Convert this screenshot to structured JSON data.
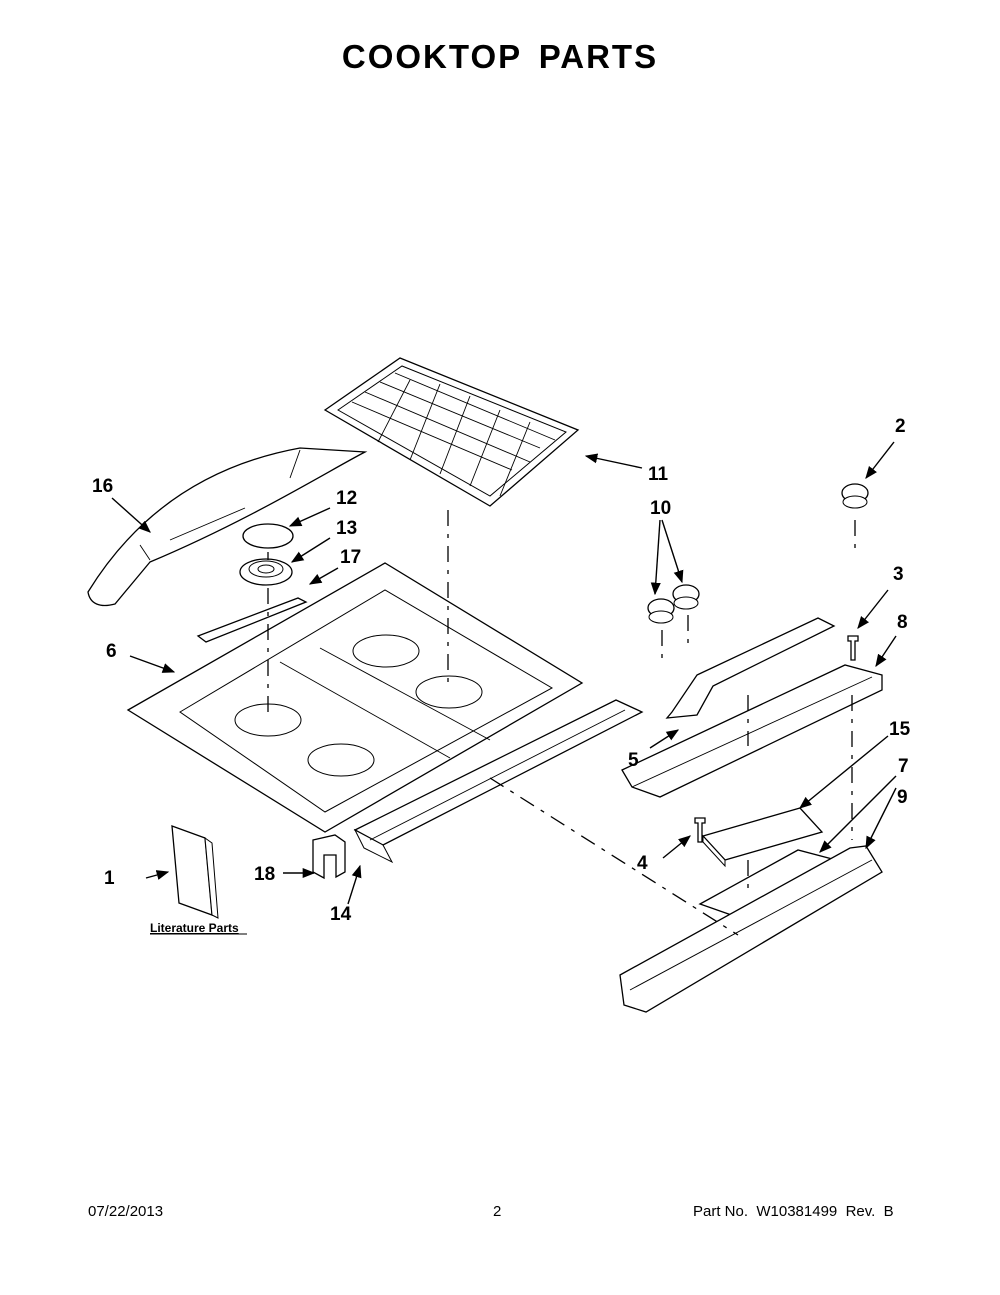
{
  "title": "COOKTOP PARTS",
  "callouts": [
    {
      "id": "c1",
      "text": "1"
    },
    {
      "id": "c2",
      "text": "2"
    },
    {
      "id": "c3",
      "text": "3"
    },
    {
      "id": "c4",
      "text": "4"
    },
    {
      "id": "c5",
      "text": "5"
    },
    {
      "id": "c6",
      "text": "6"
    },
    {
      "id": "c7",
      "text": "7"
    },
    {
      "id": "c8",
      "text": "8"
    },
    {
      "id": "c9",
      "text": "9"
    },
    {
      "id": "c10",
      "text": "10"
    },
    {
      "id": "c11",
      "text": "11"
    },
    {
      "id": "c12",
      "text": "12"
    },
    {
      "id": "c13",
      "text": "13"
    },
    {
      "id": "c14",
      "text": "14"
    },
    {
      "id": "c15",
      "text": "15"
    },
    {
      "id": "c16",
      "text": "16"
    },
    {
      "id": "c17",
      "text": "17"
    },
    {
      "id": "c18",
      "text": "18"
    }
  ],
  "literature_label": "Literature Parts",
  "footer": {
    "date": "07/22/2013",
    "page": "2",
    "part_no": "Part No.  W10381499  Rev.  B"
  }
}
